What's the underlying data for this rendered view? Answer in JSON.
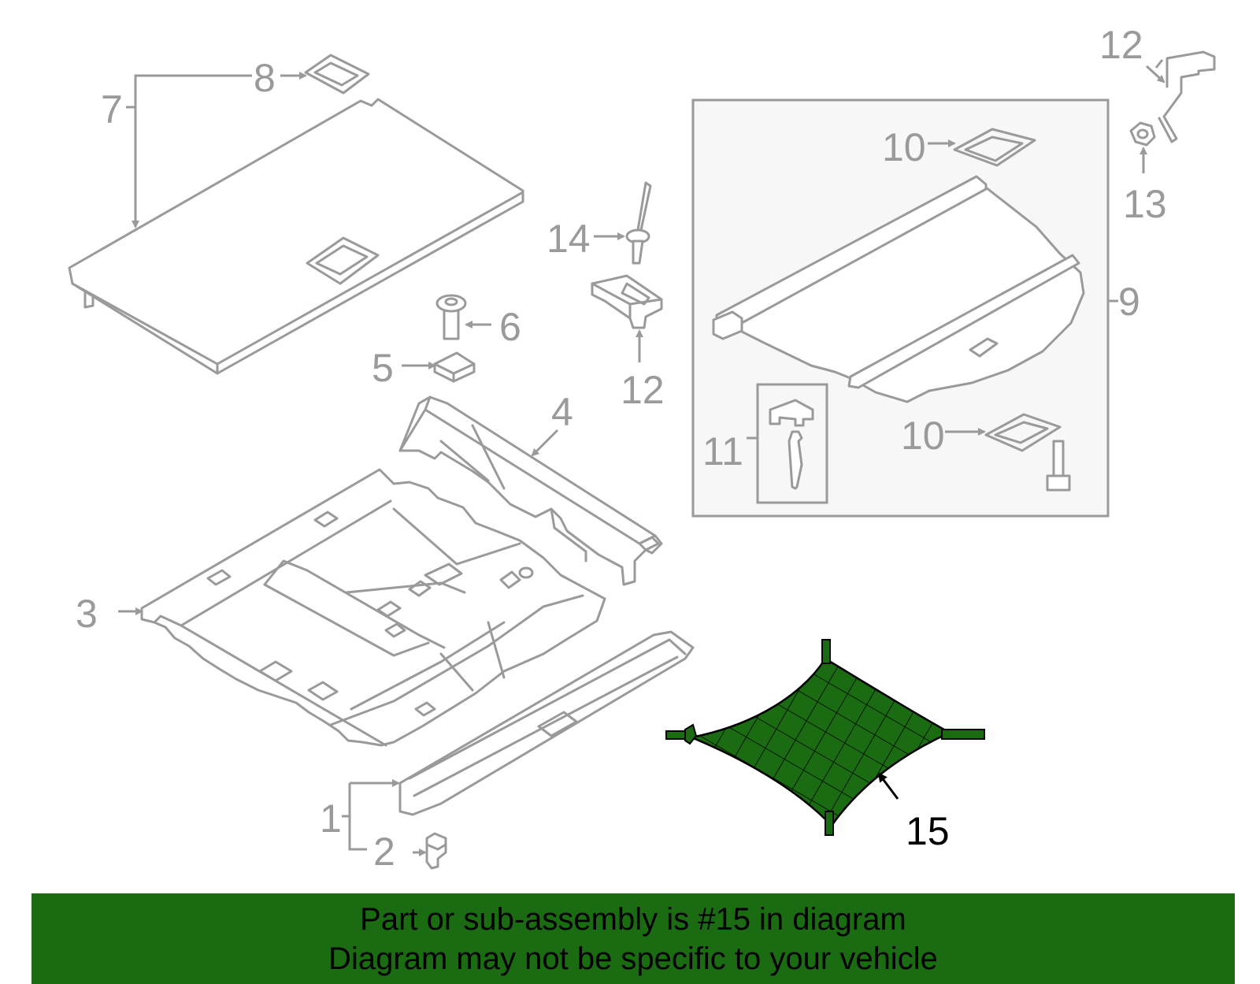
{
  "callouts": {
    "n1": "1",
    "n2": "2",
    "n3": "3",
    "n4": "4",
    "n5": "5",
    "n6": "6",
    "n7": "7",
    "n8": "8",
    "n9": "9",
    "n10a": "10",
    "n10b": "10",
    "n11": "11",
    "n12a": "12",
    "n12b": "12",
    "n13": "13",
    "n14": "14",
    "n15": "15"
  },
  "highlight": {
    "part": "15",
    "color": "#1b6b12"
  },
  "banner": {
    "line1": "Part or sub-assembly is #15 in diagram",
    "line2": "Diagram may not be specific to your vehicle"
  }
}
